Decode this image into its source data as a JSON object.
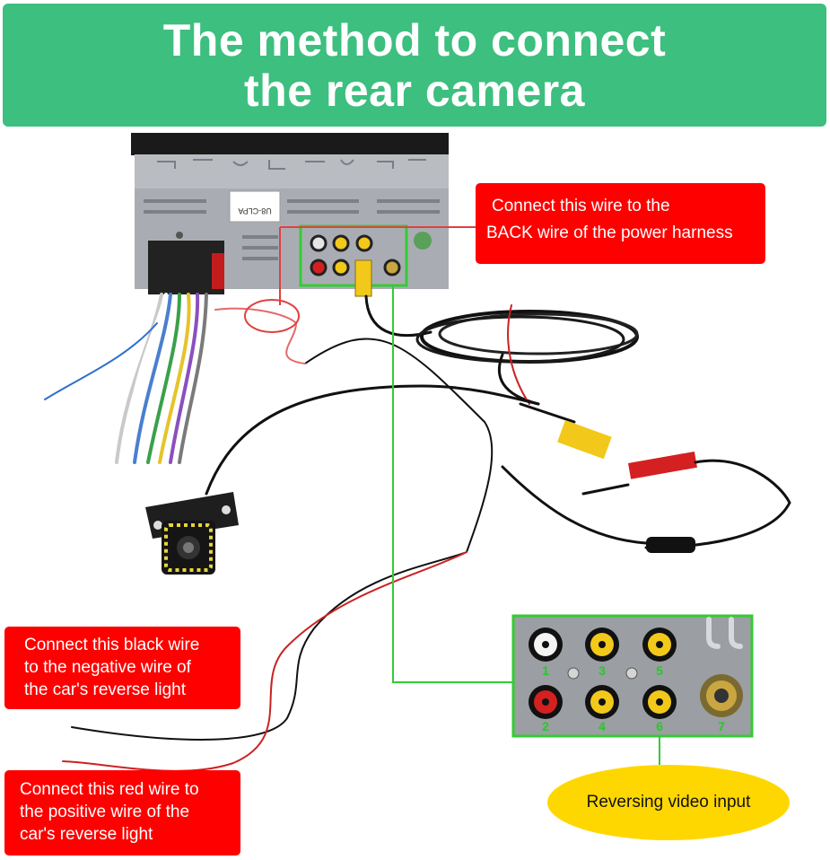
{
  "title": {
    "line1": "The method to connect",
    "line2": "the rear camera"
  },
  "callouts": {
    "back_wire": [
      "Connect this wire to the",
      "BACK wire of the power harness"
    ],
    "black_wire": [
      "Connect this black wire",
      "to the negative wire of",
      "the car's reverse light"
    ],
    "red_wire": [
      "Connect this red wire to",
      "the positive wire of the",
      "car's reverse light"
    ]
  },
  "port_numbers": [
    "1",
    "2",
    "3",
    "4",
    "5",
    "6",
    "7"
  ],
  "reversing_label": "Reversing video input",
  "unit_sticker": "U8-CLPA",
  "colors": {
    "banner": "#3dbf7f",
    "callout": "#ff0000",
    "leader": "#33cc33",
    "oval": "#ffd700",
    "rca_yellow": "#f2c81a",
    "rca_red": "#d42020",
    "rca_white": "#f4f4f4"
  }
}
